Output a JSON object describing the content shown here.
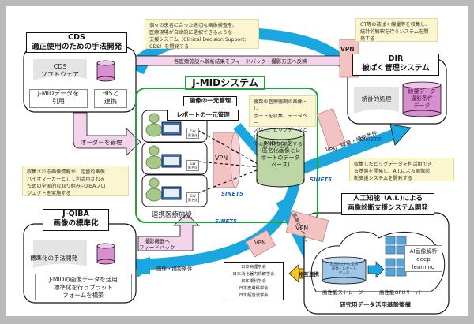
{
  "cds": {
    "title_line1": "CDS",
    "title_line2": "適正使用のための手法開発",
    "software_line1": "CDS",
    "software_line2": "ソフトウェア",
    "box1_line1": "J-MIDデータを",
    "box1_line2": "引用",
    "box2_line1": "HISと",
    "box2_line2": "連携",
    "note": [
      "個々の患者に合った適切な画像検査を、",
      "医療現場が自律的に選択できるような",
      "支援システム（Clinical Decision Support;",
      "CDS）を開発する"
    ]
  },
  "dir": {
    "title_line1": "DIR",
    "title_line2": "被ばく管理システム",
    "process_label": "統計的処理",
    "db_line1": "線量データ",
    "db_line2": "撮影条件",
    "db_line3": "データ",
    "note": [
      "CT等の被ばく線量等を収集し、",
      "統計的解釈を行うシステムを開",
      "発する"
    ]
  },
  "jmid": {
    "title": "J-MIDシステム",
    "image_mgmt": "画像の一元管理",
    "report_mgmt": "レポートの一元管理",
    "note": [
      "複数の医療機関の画像・レ",
      "ポートを収集、データベー",
      "ス化し、ビッグデータとし",
      "ての分析を可能とする。"
    ],
    "center_line1": "JMIDセンター",
    "center_line2": "(匿名化画像とレ",
    "center_line3": "ポートのデータ",
    "center_line4": "ベース)",
    "facilities_label": "連携医療施設",
    "gw_label_line1": "GW",
    "gw_label_line2": "匿名化"
  },
  "jqiba": {
    "title_line1": "J-QIBA",
    "title_line2": "画像の標準化",
    "process_label": "標準化の手法開発",
    "box_line1": "J-MIDの画像データを活用",
    "box_line2": "標準化を行うプラット",
    "box_line3": "フォームを構築",
    "note": [
      "収集される画像情報が、定量的画像",
      "バイオマーカーとして利活用される",
      "ための全国的な取り組みJ-QIBAプロ",
      "ジェクトを実施する"
    ]
  },
  "ai": {
    "title_line1": "人工知能（A.I.)による",
    "title_line2": "画像診断支援システム開発",
    "note": [
      "収集したビッグデータを利活用でき",
      "る基盤を開発し、A.I.による画像診",
      "断支援システムを開発する"
    ],
    "storage_line1": "匿名化された医療",
    "storage_line2": "画像・レポート",
    "storage_line3": "データ",
    "storage_label": "高性能ストレージ",
    "gpu_label": "高性能GPUサーバ",
    "ai_box_line1": "AI画像解析",
    "ai_box_line2": "deep",
    "ai_box_line3": "learning",
    "platform_label": "研究用データ活用基盤整備"
  },
  "arrows": {
    "feedback_top": "各医療施設へ解析結果をフィードバック・撮影方法へ反映",
    "order": "オーダーを管理",
    "dose": "線量・撮影条件",
    "image_report": "画像とレポート",
    "device_feedback_line1": "撮影機器へ",
    "device_feedback_line2": "フィードバック",
    "image_conditions": "画像・撮影条件",
    "mutual": "相互連携"
  },
  "vpn_label": "VPN",
  "sinet_label": "SINET5",
  "societies": [
    "日本病理学会",
    "日本消化器内視鏡学会",
    "日本眼科学会",
    "日本皮膚科学会",
    "日本超音波学会"
  ],
  "colors": {
    "blue_arrow": "#1aa7e0",
    "pink_arrow": "#f3d4ec",
    "green_frame": "#22a33a",
    "note_bg": "#fbf6cf",
    "db_purple": "#d98fcf",
    "vpn_pink": "#f3c2c2",
    "yellow_arrow": "#f7c81b"
  }
}
